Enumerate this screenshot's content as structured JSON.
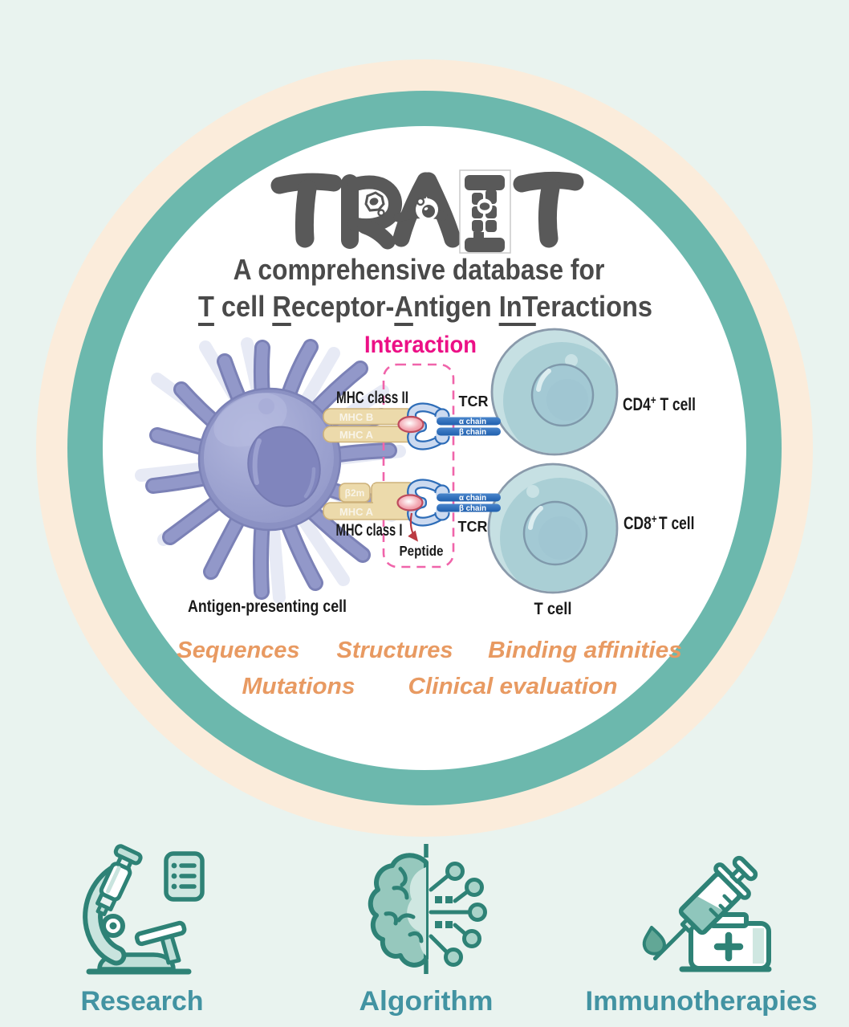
{
  "logo": {
    "text": "TRAIT"
  },
  "header": {
    "line1": "A comprehensive database for",
    "line2": {
      "p1": "T",
      "p2": " cell ",
      "p3": "R",
      "p4": "eceptor-",
      "p5": "A",
      "p6": "ntigen ",
      "p7": "InT",
      "p8": "eractions"
    }
  },
  "diagram": {
    "interaction": "Interaction",
    "mhc2_title": "MHC class II",
    "mhc1_title": "MHC class I",
    "mhc_b": "MHC B",
    "mhc_a_class2": "MHC A",
    "b2m": "β2m",
    "mhc_a_class1": "MHC A",
    "tcr_top": "TCR",
    "tcr_bottom": "TCR",
    "alpha_chain_top": "α chain",
    "beta_chain_top": "β chain",
    "alpha_chain_bottom": "α chain",
    "beta_chain_bottom": "β chain",
    "peptide": "Peptide",
    "apc_label": "Antigen-presenting cell",
    "cd4": {
      "name": "CD4",
      "sup": "+",
      "rest": " T cell"
    },
    "cd8": {
      "name": "CD8",
      "sup": "+",
      "rest": "T cell"
    },
    "tcell_label": "T cell"
  },
  "keywords": {
    "row1": [
      "Sequences",
      "Structures",
      "Binding affinities"
    ],
    "row2": [
      "Mutations",
      "Clinical evaluation"
    ]
  },
  "footer": {
    "items": [
      {
        "label": "Research",
        "icon": "microscope-icon"
      },
      {
        "label": "Algorithm",
        "icon": "brain-circuit-icon"
      },
      {
        "label": "Immunotherapies",
        "icon": "syringe-icon"
      }
    ]
  },
  "colors": {
    "background": "#e9f3ef",
    "ring_outer": "#fbecdb",
    "ring_mid": "#6cb8ad",
    "inner_circle": "#ffffff",
    "logo_gray": "#595959",
    "headline_gray": "#4a4a4a",
    "interaction_pink": "#ec1086",
    "keyword_orange": "#e89a62",
    "footer_teal": "#4293a2",
    "icon_teal": "#2e8276"
  }
}
